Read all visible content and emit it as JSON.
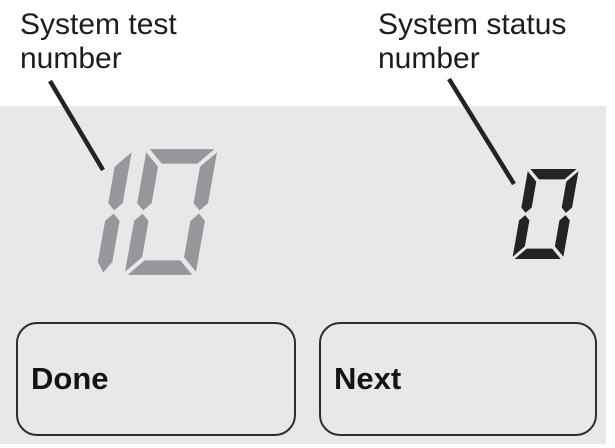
{
  "annotations": {
    "test_label": "System test number",
    "status_label": "System status number"
  },
  "display": {
    "test_number": "10",
    "status_number": "0"
  },
  "buttons": {
    "done": "Done",
    "next": "Next"
  },
  "colors": {
    "panel": "#e8e8ea",
    "test_digit": "#97979b",
    "status_digit": "#232323",
    "label_text": "#1d1d1f",
    "leader_line": "#232323",
    "button_border": "#2e2e2e",
    "button_text": "#141414"
  }
}
